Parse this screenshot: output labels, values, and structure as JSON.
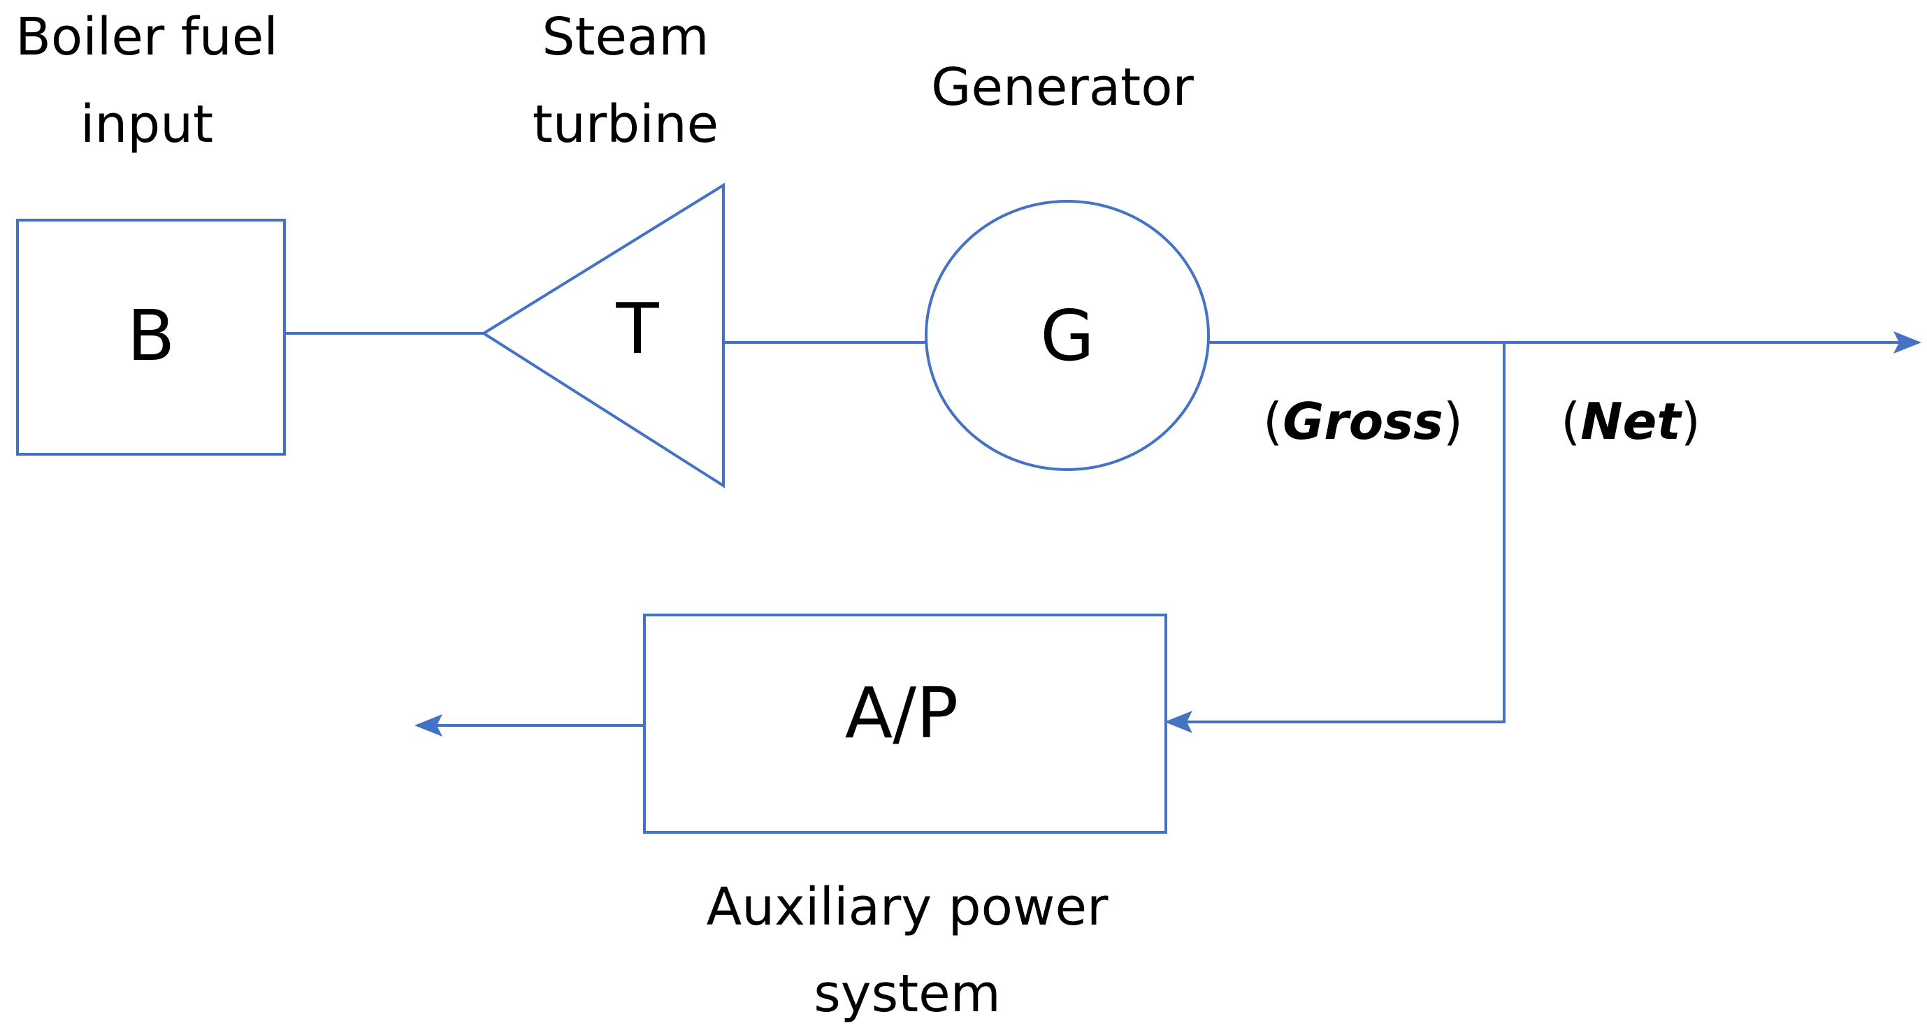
{
  "colors": {
    "stroke": "#4472C4",
    "text": "#000000",
    "background": "#ffffff"
  },
  "boiler": {
    "label_line1": "Boiler fuel",
    "label_line2": "input",
    "symbol": "B"
  },
  "turbine": {
    "label_line1": "Steam",
    "label_line2": "turbine",
    "symbol": "T"
  },
  "generator": {
    "label": "Generator",
    "symbol": "G"
  },
  "auxiliary": {
    "symbol": "A/P",
    "label_line1": "Auxiliary power",
    "label_line2": "system"
  },
  "flows": {
    "gross": "Gross",
    "net": "Net",
    "open_paren": "(",
    "close_paren": ")"
  }
}
